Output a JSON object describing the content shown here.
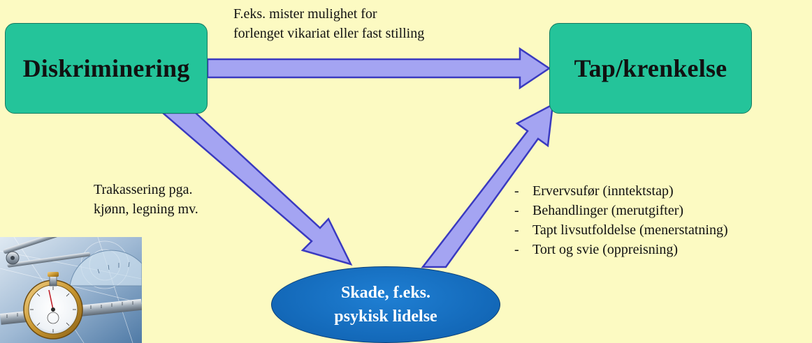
{
  "boxes": {
    "left": "Diskriminering",
    "right": "Tap/krenkelse"
  },
  "ellipse": {
    "line1": "Skade, f.eks.",
    "line2": "psykisk lidelse"
  },
  "top_label": {
    "line1": "F.eks. mister mulighet for",
    "line2": "forlenget vikariat eller fast stilling"
  },
  "side_label": {
    "line1": "Trakassering pga.",
    "line2": "kjønn, legning mv."
  },
  "consequences": [
    "Ervervsufør (inntektstap)",
    "Behandlinger (merutgifter)",
    "Tapt livsutfoldelse (menerstatning)",
    "Tort og svie (oppreisning)"
  ],
  "list_marker": "-",
  "colors": {
    "background": "#fcfac2",
    "box_fill": "#24c49a",
    "ellipse_fill": "#1368b8",
    "arrow_fill": "#a4a4f2",
    "arrow_stroke": "#3a3ac0"
  },
  "image": {
    "depicts": "measuring-instruments-photo"
  }
}
